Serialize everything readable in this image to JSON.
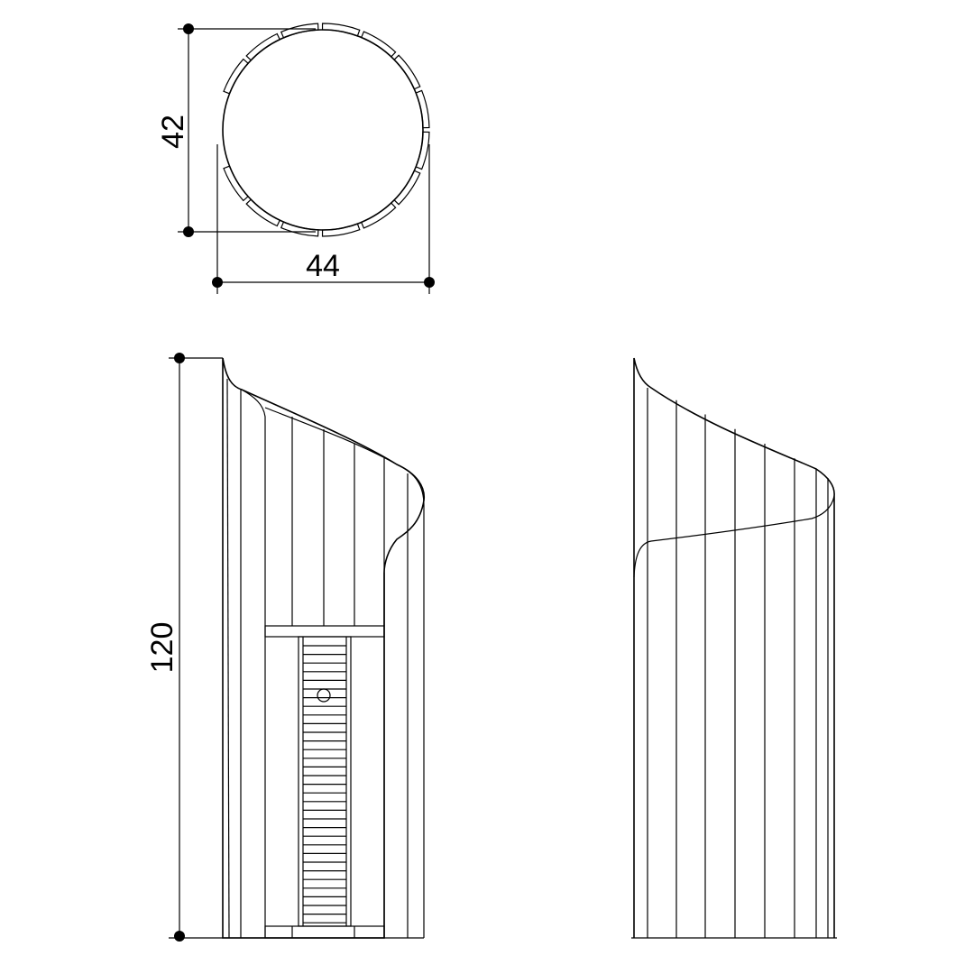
{
  "dimensions": {
    "depth": "42",
    "width": "44",
    "height": "120"
  },
  "colors": {
    "line": "#000000",
    "background": "#ffffff"
  },
  "views": [
    "top-view",
    "front-view",
    "side-view"
  ]
}
